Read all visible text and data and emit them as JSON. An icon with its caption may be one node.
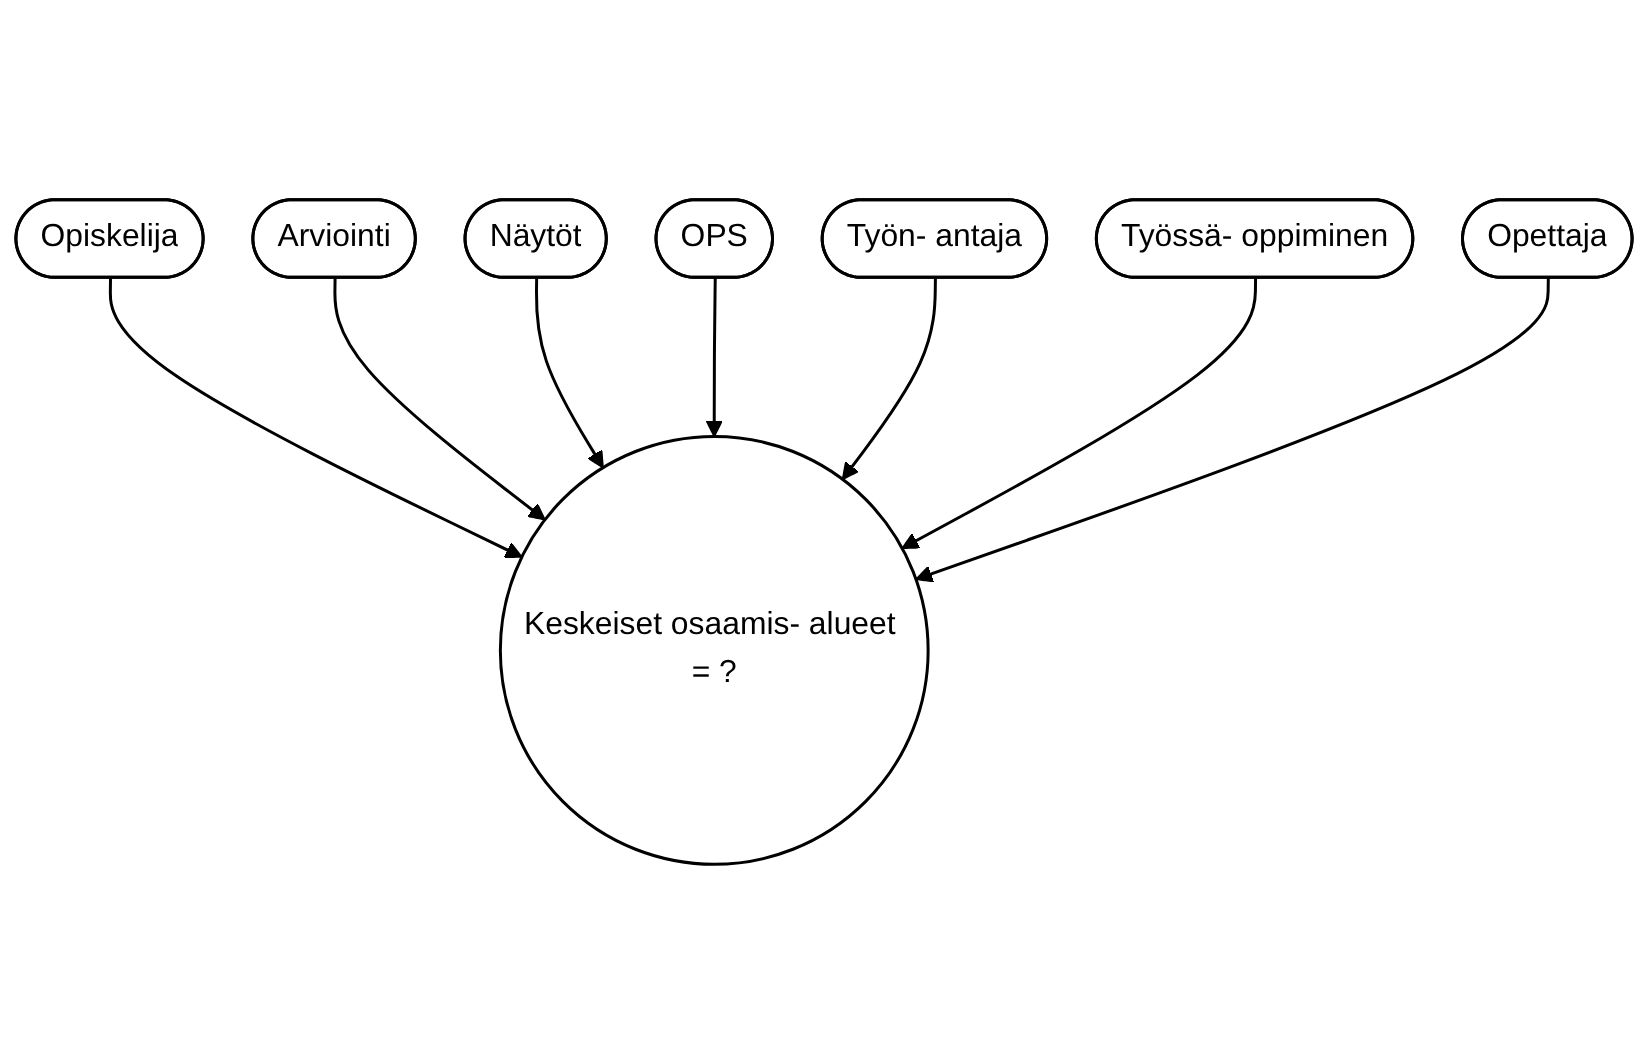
{
  "diagram": {
    "nodes": [
      {
        "text": [
          "Opiskelija"
        ]
      },
      {
        "text": [
          "Arviointi"
        ]
      },
      {
        "text": [
          "Näytöt"
        ]
      },
      {
        "text": [
          "OPS"
        ]
      },
      {
        "text": [
          "Keskeiset osaamis- alueet = ?"
        ]
      },
      {
        "text": [
          "Työn- antaja"
        ]
      },
      {
        "text": [
          "Työssä- oppiminen"
        ]
      },
      {
        "text": [
          "Opettaja"
        ]
      }
    ],
    "edges": [
      {
        "from": 0,
        "to": 4,
        "arrow": "to"
      },
      {
        "from": 1,
        "to": 4,
        "arrow": "to"
      },
      {
        "from": 2,
        "to": 4,
        "arrow": "to"
      },
      {
        "from": 3,
        "to": 4,
        "arrow": "to"
      },
      {
        "from": 5,
        "to": 4,
        "arrow": "to"
      },
      {
        "from": 6,
        "to": 4,
        "arrow": "to"
      },
      {
        "from": 7,
        "to": 4,
        "arrow": "to"
      }
    ]
  }
}
